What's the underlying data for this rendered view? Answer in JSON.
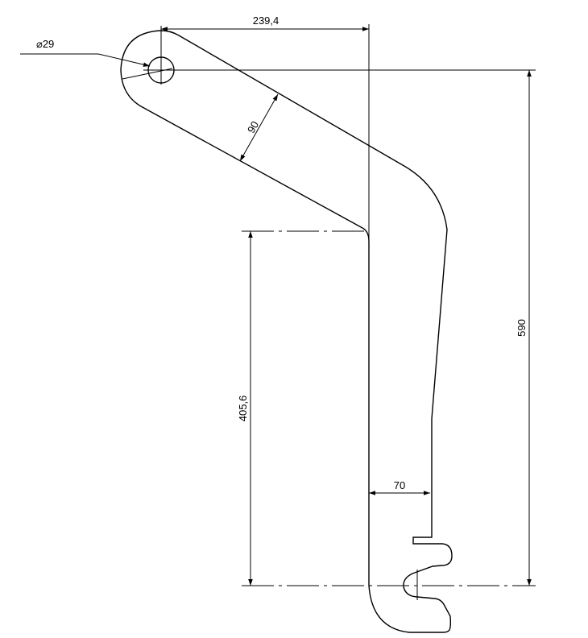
{
  "drawing": {
    "dimensions": {
      "hole_diameter": "⌀29",
      "horizontal_offset": "239,4",
      "arm_width": "90",
      "total_height": "590",
      "lower_height": "405,6",
      "tip_width": "70"
    }
  }
}
